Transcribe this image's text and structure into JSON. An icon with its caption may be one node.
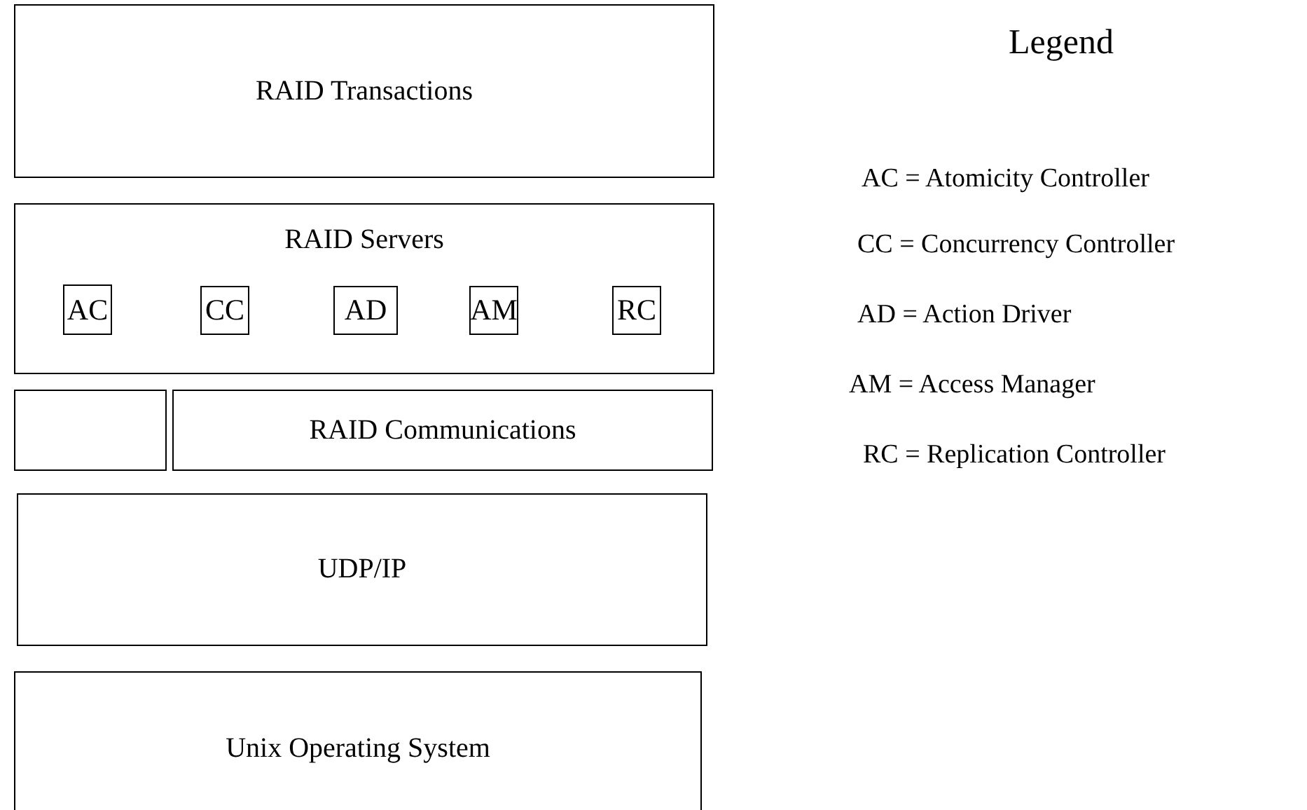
{
  "diagram": {
    "nodes": [
      {
        "text": [
          "RAID Transactions"
        ]
      },
      {
        "text": [
          "RAID Servers"
        ]
      },
      {
        "text": [
          "AC"
        ],
        "in": 1
      },
      {
        "text": [
          "CC"
        ],
        "in": 1
      },
      {
        "text": [
          "AD"
        ],
        "in": 1
      },
      {
        "text": [
          "AM"
        ],
        "in": 1
      },
      {
        "text": [
          "RC"
        ],
        "in": 1
      },
      {
        "text": [],
        "shape": "box"
      },
      {
        "text": [
          "RAID Communications"
        ]
      },
      {
        "text": [
          "UDP/IP"
        ]
      },
      {
        "text": [
          "Unix Operating System"
        ]
      }
    ],
    "labels": [
      "Legend",
      "AC = Atomicity Controller",
      "CC = Concurrency Controller",
      "AD = Action Driver",
      "AM = Access Manager",
      "RC = Replication Controller"
    ]
  }
}
